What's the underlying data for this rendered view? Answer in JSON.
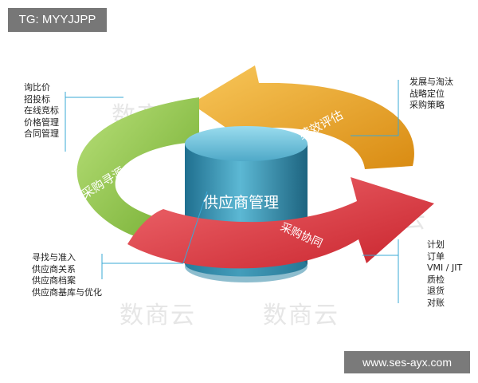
{
  "watermark_tag": "TG: MYYJJPP",
  "watermark_url": "www.ses-ayx.com",
  "background_watermark": "数商云",
  "center_label": "供应商管理",
  "arrows": {
    "sourcing": "采购寻源",
    "evaluation": "绩效评估",
    "collaboration": "采购协同"
  },
  "lists": {
    "sourcing_items": [
      "询比价",
      "招投标",
      "在线竞标",
      "价格管理",
      "合同管理"
    ],
    "evaluation_items": [
      "发展与淘汰",
      "战略定位",
      "采购策略"
    ],
    "management_items": [
      "寻找与准入",
      "供应商关系",
      "供应商档案",
      "供应商基库与优化"
    ],
    "collaboration_items": [
      "计划",
      "订单",
      "VMI / JIT",
      "质检",
      "退货",
      "对账"
    ]
  },
  "colors": {
    "green": "#8cc63f",
    "orange": "#f5a623",
    "red": "#e0363f",
    "cylinder": "#3a8fb0",
    "connector": "#2aa7d8"
  }
}
